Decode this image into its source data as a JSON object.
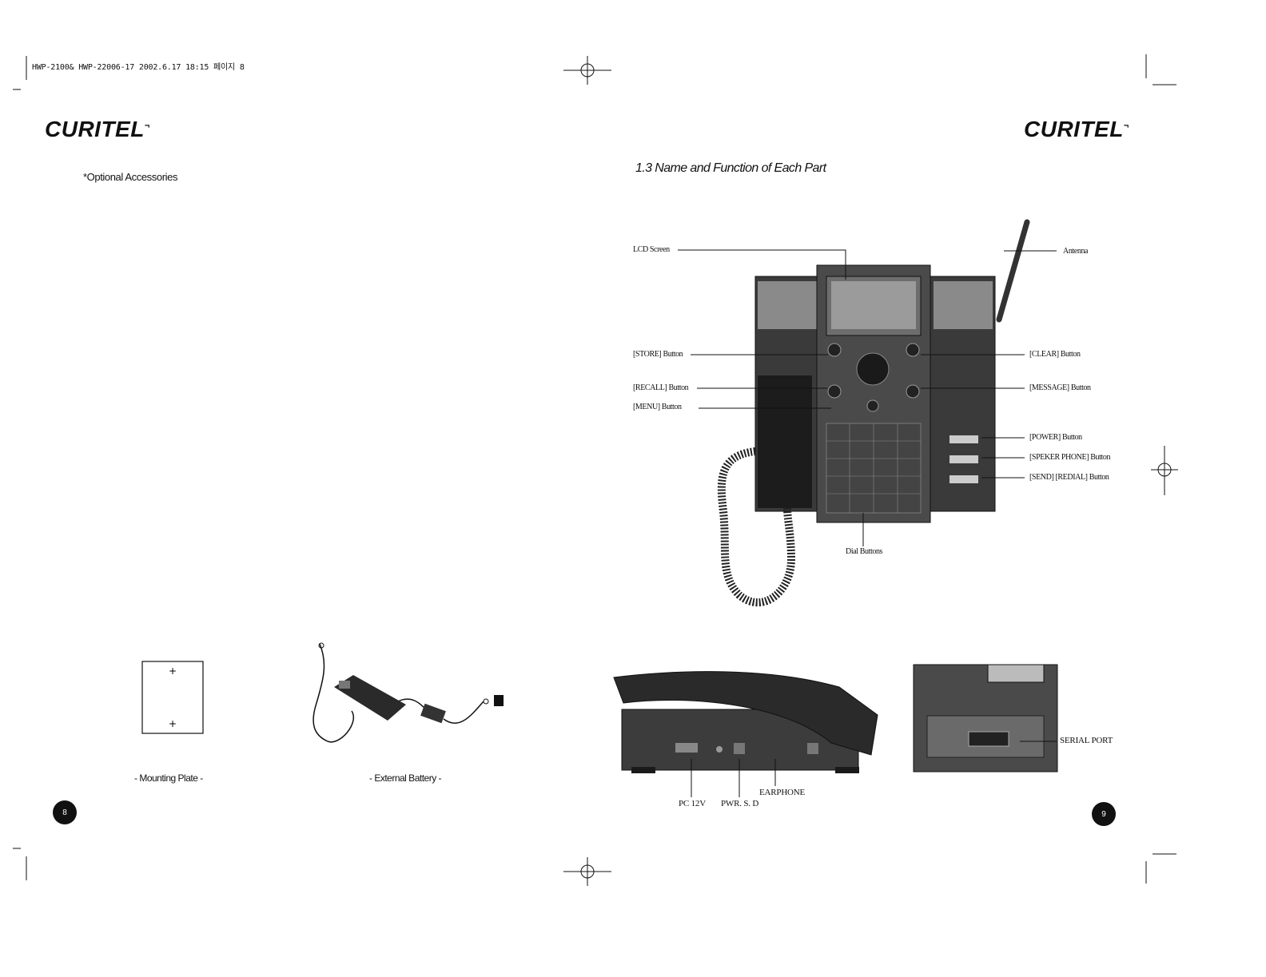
{
  "header": {
    "print_info": "HWP-2100& HWP-22006-17 2002.6.17 18:15 페이지 8"
  },
  "left_page": {
    "logo": "CURITEL",
    "section_heading": "*Optional Accessories",
    "items": [
      {
        "caption": "- Mounting Plate -",
        "icon": "mounting-plate-illustration"
      },
      {
        "caption": "- External Battery -",
        "icon": "external-battery-illustration"
      }
    ],
    "page_number": "8"
  },
  "right_page": {
    "logo": "CURITEL",
    "section_title": "1.3 Name and Function of Each Part",
    "front_view_labels": {
      "lcd_screen": "LCD Screen",
      "antenna": "Antenna",
      "store": "[STORE] Button",
      "recall": "[RECALL] Button",
      "menu": "[MENU] Button",
      "clear": "[CLEAR] Button",
      "message": "[MESSAGE] Button",
      "power": "[POWER] Button",
      "speaker": "[SPEKER PHONE] Button",
      "send": "[SEND] [REDIAL] Button",
      "dial": "Dial Buttons"
    },
    "side_view_labels": {
      "pc12v": "PC 12V",
      "pwr": "PWR. S. D",
      "earphone": "EARPHONE"
    },
    "rear_view_labels": {
      "serial": "SERIAL PORT"
    },
    "page_number": "9"
  }
}
